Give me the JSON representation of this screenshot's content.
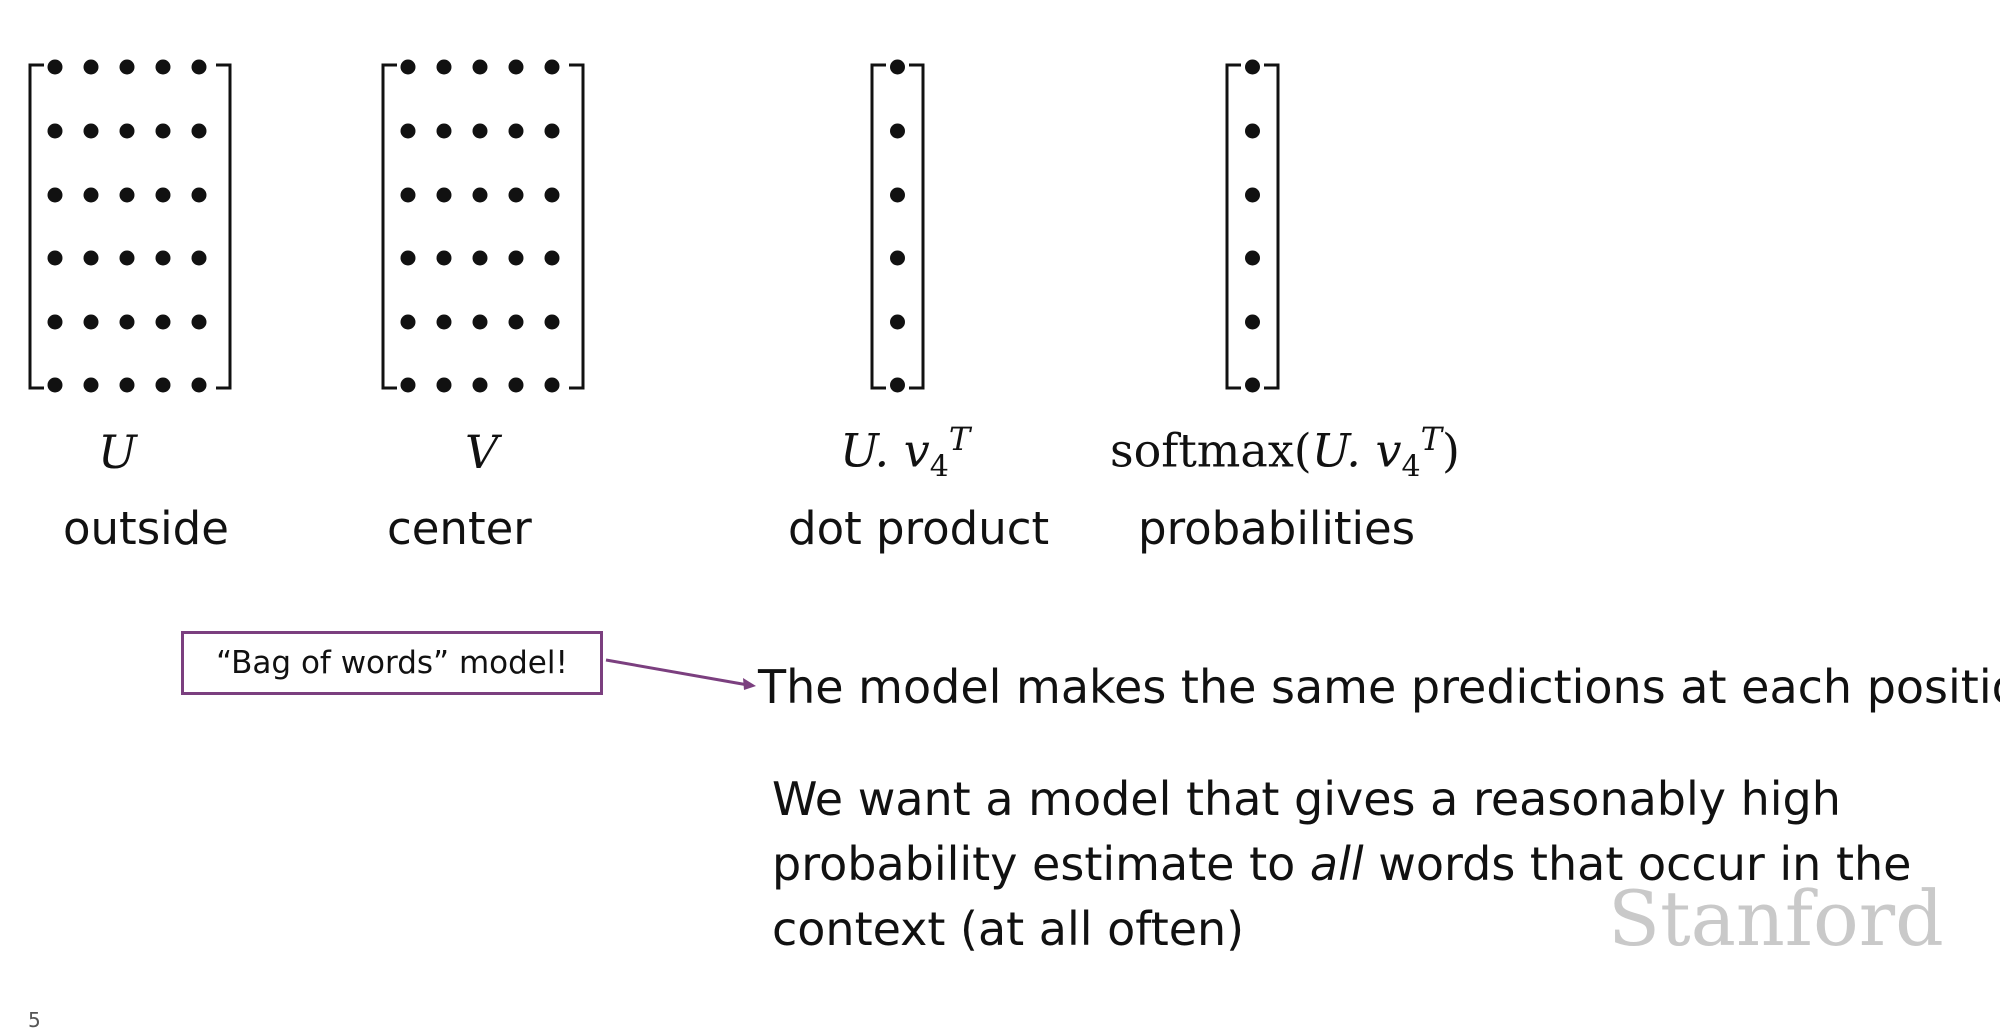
{
  "matrices": [
    {
      "id": "U",
      "rows": 6,
      "cols": 5
    },
    {
      "id": "V",
      "rows": 6,
      "cols": 5
    },
    {
      "id": "dot",
      "rows": 6,
      "cols": 1
    },
    {
      "id": "prob",
      "rows": 6,
      "cols": 1
    }
  ],
  "labels": {
    "U_symbol": "U",
    "V_symbol": "V",
    "dot_symbol": "U. v",
    "dot_subscript": "4",
    "dot_superscript": "T",
    "softmax_prefix": "softmax(",
    "softmax_var": "U. v",
    "softmax_subscript": "4",
    "softmax_superscript": "T",
    "softmax_suffix": ")",
    "outside": "outside",
    "center": "center",
    "dot_product": "dot product",
    "probabilities": "probabilities"
  },
  "callout": {
    "text": "“Bag of words” model!",
    "border_color": "#7b3f7f"
  },
  "main_text": {
    "line1": "The model makes the same predictions at each position",
    "para_line1": "We want a model that gives a reasonably high",
    "para_line2_a": "probability estimate to ",
    "para_line2_em": "all",
    "para_line2_b": " words that occur in the",
    "para_line3": "context (at all often)"
  },
  "watermark": "Stanford",
  "page_number": "5"
}
